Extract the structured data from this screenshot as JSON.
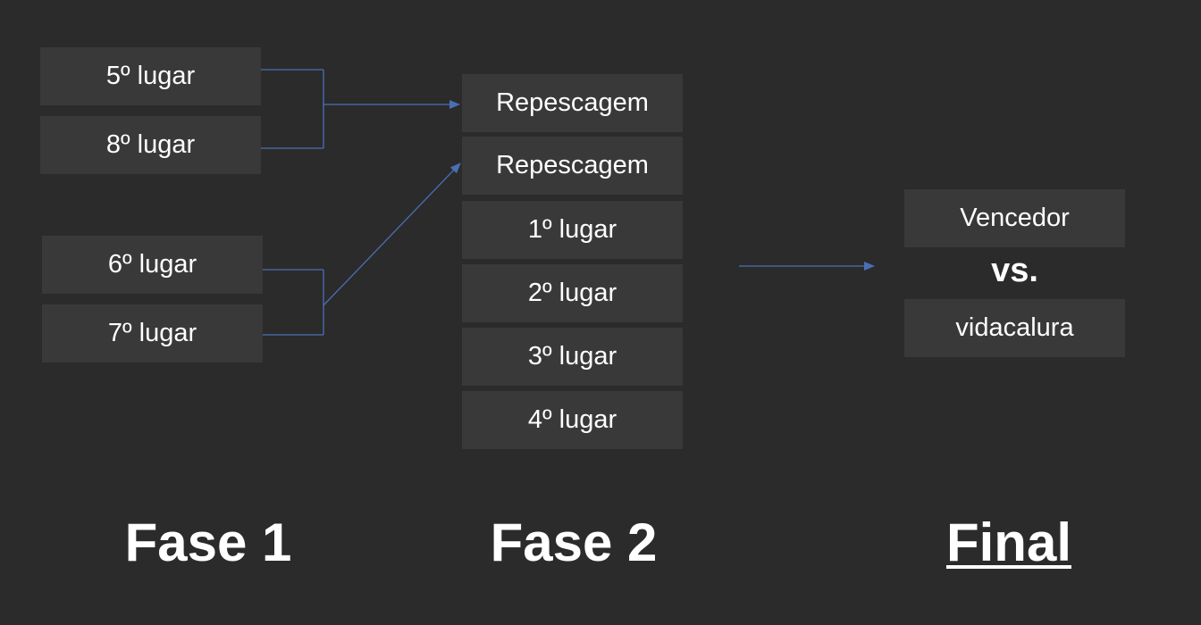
{
  "phase1": {
    "title": "Fase 1",
    "slots": [
      "5º lugar",
      "8º lugar",
      "6º lugar",
      "7º lugar"
    ]
  },
  "phase2": {
    "title": "Fase 2",
    "slots": [
      "Repescagem",
      "Repescagem",
      "1º lugar",
      "2º lugar",
      "3º lugar",
      "4º lugar"
    ]
  },
  "final": {
    "title": "Final",
    "top": "Vencedor",
    "vs": "vs.",
    "bottom": "vidacalura"
  },
  "colors": {
    "background": "#2b2b2b",
    "box": "#393939",
    "text": "#ffffff",
    "connector": "#4a6fb5"
  }
}
